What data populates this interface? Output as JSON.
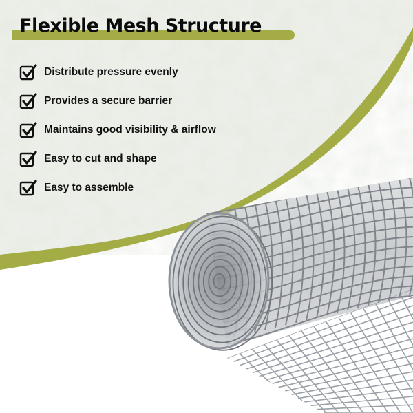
{
  "title": "Flexible Mesh Structure",
  "features": [
    "Distribute pressure evenly",
    "Provides a secure barrier",
    "Maintains good visibility & airflow",
    "Easy to cut and shape",
    "Easy to assemble"
  ],
  "icons": {
    "feature_icon": "checkbox-check-icon"
  },
  "colors": {
    "accent_olive": "#a3ac45",
    "text": "#121212",
    "background_texture": "#d9ddd2",
    "mesh_wire": "#8e9399"
  }
}
